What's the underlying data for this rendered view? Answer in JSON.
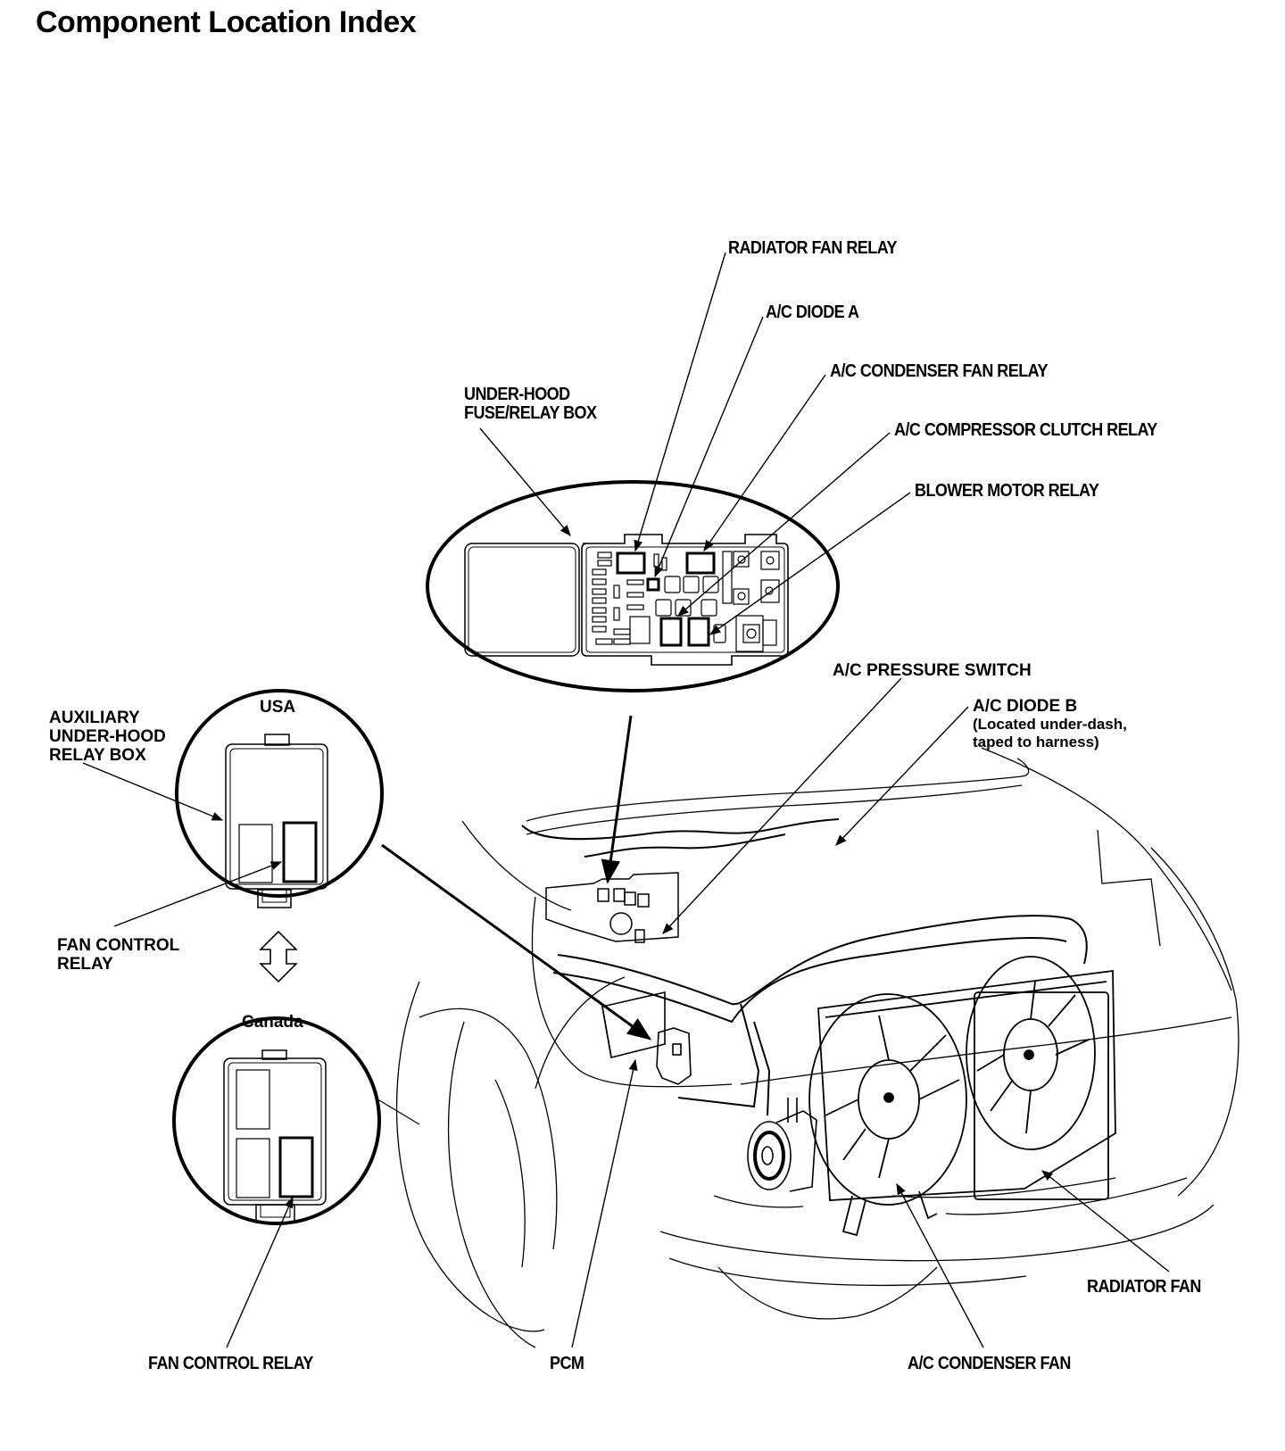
{
  "page": {
    "title": "Component Location Index"
  },
  "labels": {
    "radiator_fan_relay": "RADIATOR FAN RELAY",
    "ac_diode_a": "A/C DIODE A",
    "ac_condenser_fan_relay": "A/C CONDENSER FAN RELAY",
    "under_hood_fuse_relay_box": [
      "UNDER-HOOD",
      "FUSE/RELAY BOX"
    ],
    "ac_compressor_clutch_relay": "A/C COMPRESSOR CLUTCH RELAY",
    "blower_motor_relay": "BLOWER MOTOR RELAY",
    "ac_pressure_switch": "A/C PRESSURE SWITCH",
    "ac_diode_b": [
      "A/C DIODE B",
      "(Located under-dash,",
      "taped to harness)"
    ],
    "usa": "USA",
    "auxiliary_relay_box": [
      "AUXILIARY",
      "UNDER-HOOD",
      "RELAY BOX"
    ],
    "fan_control_relay_usa": [
      "FAN CONTROL",
      "RELAY"
    ],
    "canada": "Canada",
    "fan_control_relay_canada": "FAN CONTROL RELAY",
    "pcm": "PCM",
    "ac_condenser_fan": "A/C CONDENSER FAN",
    "radiator_fan": "RADIATOR FAN"
  },
  "icons": {
    "region_toggle": "double-headed-vertical-arrow-icon"
  }
}
